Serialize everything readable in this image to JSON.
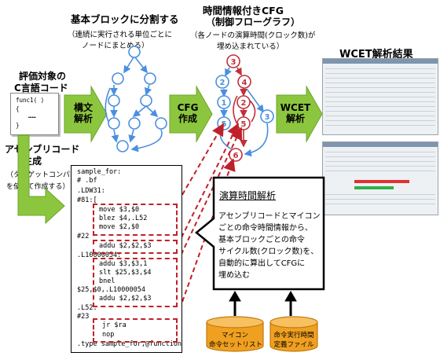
{
  "titles": {
    "split": "基本ブロックに分割する",
    "split_note_1": "（連続に実行される単位ごとに",
    "split_note_2": "ノードにまとめる）",
    "cfg": "時間情報付きCFG",
    "cfg_sub": "（制御フローグラフ）",
    "cfg_note_1": "（各ノードの演算時間(クロック数)が",
    "cfg_note_2": "埋め込まれている）",
    "result": "WCET解析結果",
    "target_1": "評価対象の",
    "target_2": "C言語コード",
    "asm_1": "アセンブリコード",
    "asm_2": "生成",
    "asm_note_1": "（ターゲットコンパイラ",
    "asm_note_2": "を使って作成する）"
  },
  "c_code": {
    "line1": "func1( )",
    "line2": "{",
    "line3": "……",
    "line4": "}"
  },
  "arrows": {
    "parse_1": "構文",
    "parse_2": "解析",
    "cfg_1": "CFG",
    "cfg_2": "作成",
    "wcet_1": "WCET",
    "wcet_2": "解析"
  },
  "cfg_nodes": [
    "3",
    "4",
    "2",
    "1",
    "2",
    "5",
    "3",
    "5",
    "6"
  ],
  "asm_code": [
    "sample_for:",
    "#         .bf",
    ".LDW31:",
    "#81:[",
    "move $3,$0",
    "blez   $4,.L52",
    "move $2,$0",
    "#22",
    "addu  $2,$2,$3",
    ".L10000054:",
    "addu  $3,$3,1",
    "slt    $25,$3,$4",
    "bnel",
    "$25,$0,.L10000054",
    "addu  $2,$2,$3",
    ".L52:",
    "#23",
    "jr    $ra",
    "nop",
    ".type  sample_for,@function"
  ],
  "analysis": {
    "title": "演算時間解析",
    "line1": "アセンブリコードとマイコン",
    "line2": "ごとの命令時間情報から、",
    "line3": "基本ブロックごとの命令",
    "line4": "サイクル数(クロック数)を、",
    "line5": "自動的に算出してCFGに",
    "line6": "埋め込む"
  },
  "databases": {
    "db1_1": "マイコン",
    "db1_2": "命令セットリスト",
    "db2_1": "命令実行時間",
    "db2_2": "定義ファイル"
  },
  "colors": {
    "arrow_green": "#8cc63f",
    "node_blue": "#4a8fe0",
    "node_red": "#c0303a",
    "dashed_red": "#c0202a",
    "db_orange": "#f0a020"
  }
}
